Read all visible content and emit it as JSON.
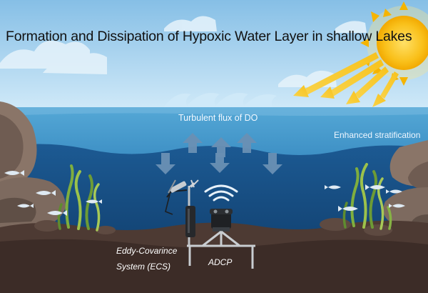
{
  "title": "Formation and Dissipation of Hypoxic Water Layer in shallow Lakes",
  "labels": {
    "turbulent_flux": "Turbulent flux of DO",
    "stratification": "Enhanced stratification",
    "ecs_line1": "Eddy-Covarince",
    "ecs_line2": "System (ECS)",
    "adcp": "ADCP"
  },
  "colors": {
    "sky": "#a9d3ef",
    "surface_water": "#3b8cc2",
    "deep_water": "#144c82",
    "sediment": "#4d3a33",
    "arrow": "#5d87ad",
    "sun": "#f7b500",
    "sun_rays": "#f5c21c"
  },
  "icons": [
    "sun-icon",
    "fish-icon",
    "seaweed-icon",
    "sound-wave-icon"
  ]
}
